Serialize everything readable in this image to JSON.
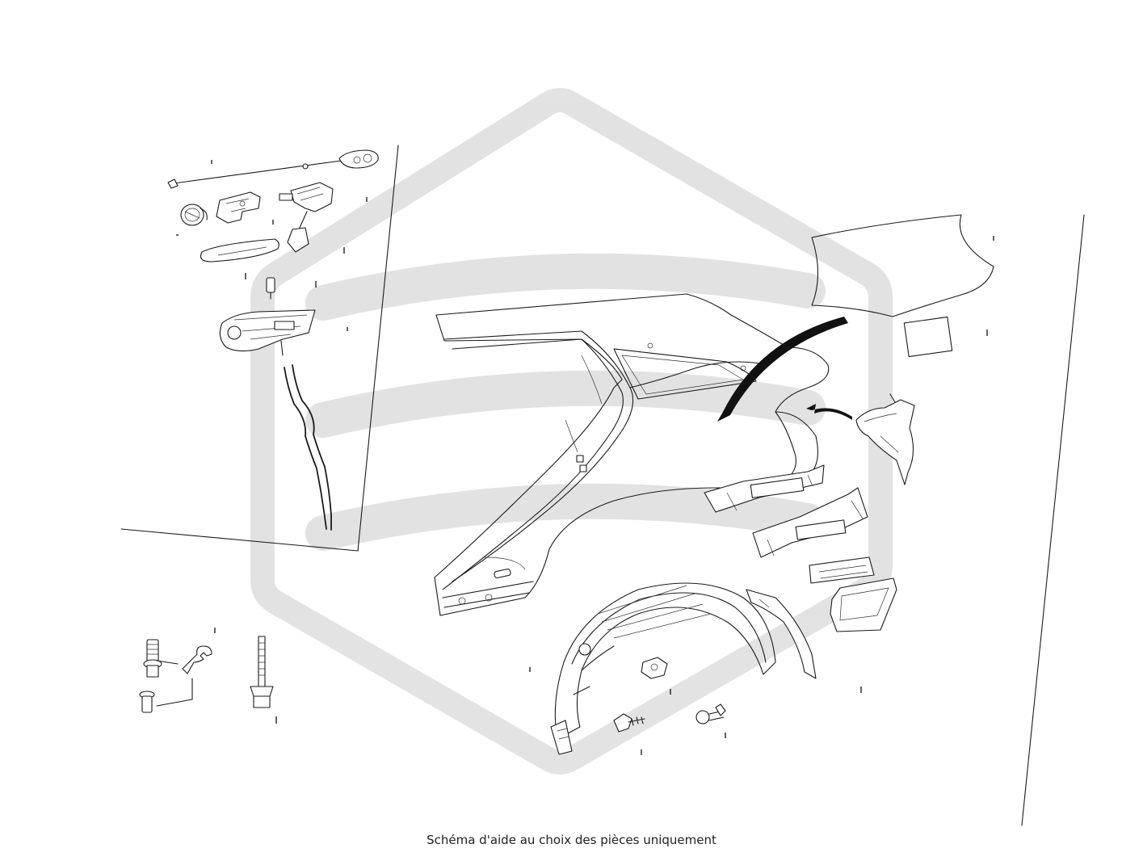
{
  "caption": "Schéma d'aide au choix des pièces uniquement",
  "colors": {
    "line": "#1a1a1a",
    "watermark": "#e6e6e6",
    "background": "#ffffff"
  },
  "watermark": {
    "type": "logo",
    "shape": "hexagon-with-stripes"
  },
  "groups": [
    {
      "name": "fuel-door-assembly"
    },
    {
      "name": "quarter-panel"
    },
    {
      "name": "wheel-arch-liner"
    },
    {
      "name": "rear-brackets"
    },
    {
      "name": "fasteners"
    }
  ]
}
